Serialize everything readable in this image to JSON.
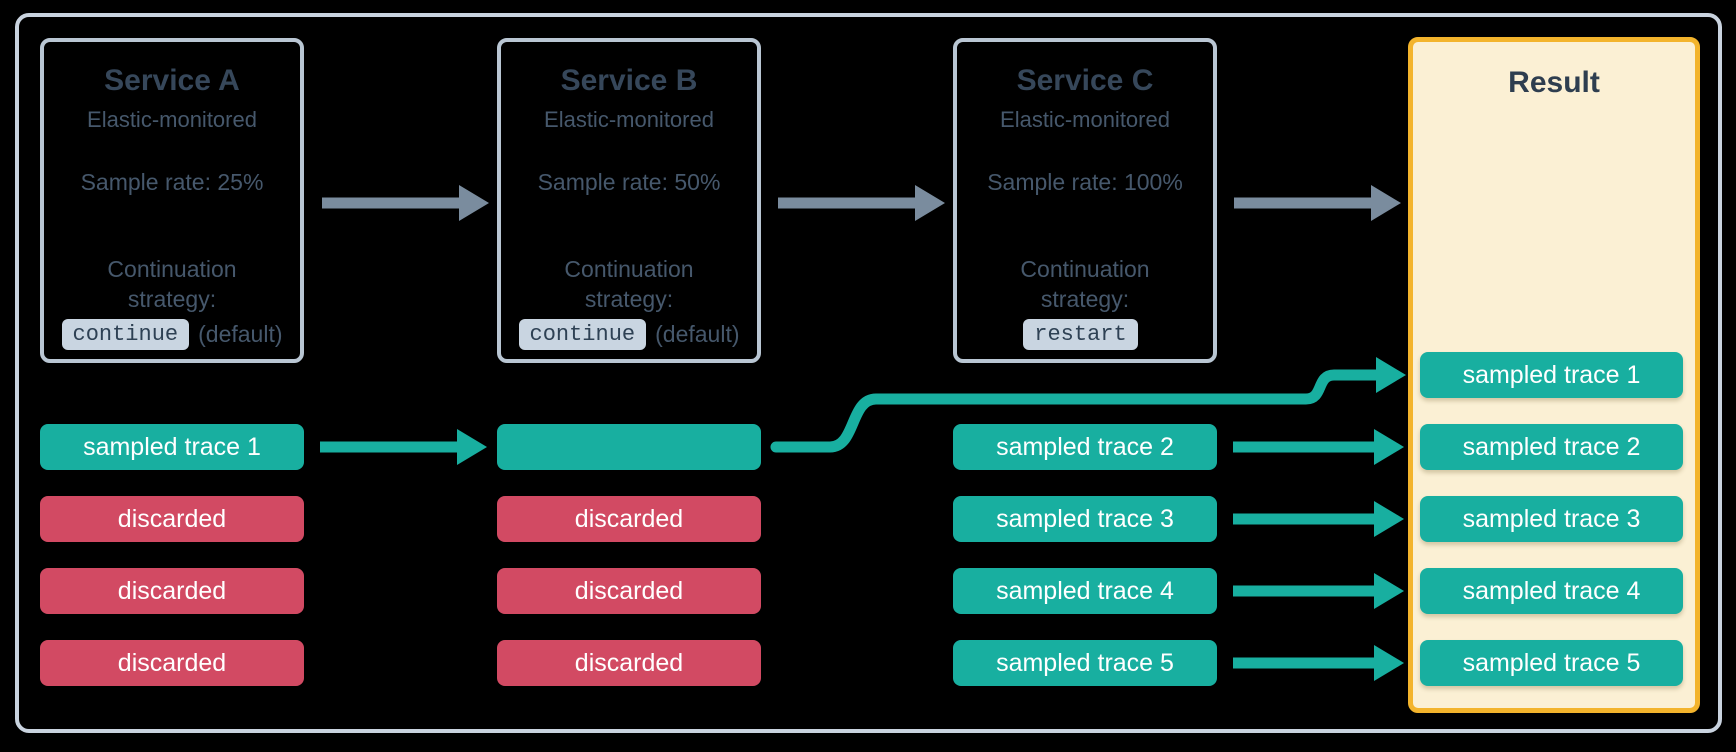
{
  "palette": {
    "background": "#000000",
    "outer_border": "#C9D3DF",
    "service_border": "#B9C6D3",
    "title_text": "#36475A",
    "body_text": "#46586C",
    "code_chip_bg": "#C9D5E1",
    "code_chip_text": "#2E4154",
    "sampled_teal": "#18AFA0",
    "discarded_red": "#D24A63",
    "result_bg": "#FBF0D4",
    "result_border": "#F3B42C",
    "gray_arrow": "#7A8C9E"
  },
  "services": [
    {
      "title": "Service A",
      "subtitle": "Elastic-monitored",
      "sample_rate": "Sample rate: 25%",
      "strategy_line1": "Continuation",
      "strategy_line2": "strategy:",
      "strategy_code": "continue",
      "strategy_suffix": "(default)"
    },
    {
      "title": "Service B",
      "subtitle": "Elastic-monitored",
      "sample_rate": "Sample rate: 50%",
      "strategy_line1": "Continuation",
      "strategy_line2": "strategy:",
      "strategy_code": "continue",
      "strategy_suffix": "(default)"
    },
    {
      "title": "Service C",
      "subtitle": "Elastic-monitored",
      "sample_rate": "Sample rate: 100%",
      "strategy_line1": "Continuation",
      "strategy_line2": "strategy:",
      "strategy_code": "restart",
      "strategy_suffix": ""
    }
  ],
  "lanes": {
    "a": [
      "sampled trace 1",
      "discarded",
      "discarded",
      "discarded"
    ],
    "b": [
      "",
      "discarded",
      "discarded",
      "discarded"
    ],
    "c": [
      "sampled trace 2",
      "sampled trace 3",
      "sampled trace 4",
      "sampled trace 5"
    ]
  },
  "result": {
    "title": "Result",
    "items": [
      "sampled trace 1",
      "sampled trace 2",
      "sampled trace 3",
      "sampled trace 4",
      "sampled trace 5"
    ]
  }
}
